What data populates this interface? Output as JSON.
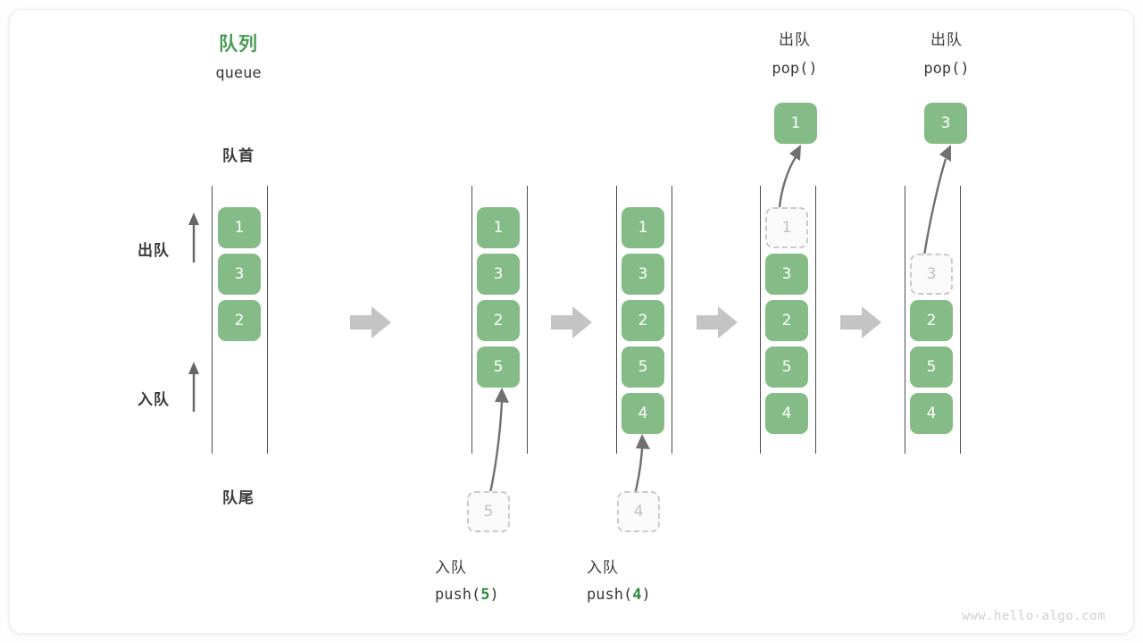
{
  "diagram": {
    "title_cn": "队列",
    "title_en": "queue",
    "front_label": "队首",
    "rear_label": "队尾",
    "dequeue_label": "出队",
    "enqueue_label": "入队",
    "watermark": "www.hello-algo.com",
    "accent_green": "#84bb86",
    "title_green": "#4a9c55",
    "ghost_gray": "#c0c0c0",
    "arrow_gray": "#bfbfbf"
  },
  "columns": [
    {
      "id": "state-initial",
      "items": [
        {
          "value": "1",
          "state": "filled"
        },
        {
          "value": "3",
          "state": "filled"
        },
        {
          "value": "2",
          "state": "filled"
        }
      ],
      "top_label_cn": "",
      "top_label_code": "",
      "popped_value": "",
      "bottom_ghost_value": "",
      "bottom_label_cn": "",
      "bottom_label_code_prefix": "",
      "bottom_label_code_arg": "",
      "bottom_label_code_suffix": ""
    },
    {
      "id": "state-after-push-5",
      "items": [
        {
          "value": "1",
          "state": "filled"
        },
        {
          "value": "3",
          "state": "filled"
        },
        {
          "value": "2",
          "state": "filled"
        },
        {
          "value": "5",
          "state": "filled"
        }
      ],
      "top_label_cn": "",
      "top_label_code": "",
      "popped_value": "",
      "bottom_ghost_value": "5",
      "bottom_label_cn": "入队",
      "bottom_label_code_prefix": "push(",
      "bottom_label_code_arg": "5",
      "bottom_label_code_suffix": ")"
    },
    {
      "id": "state-after-push-4",
      "items": [
        {
          "value": "1",
          "state": "filled"
        },
        {
          "value": "3",
          "state": "filled"
        },
        {
          "value": "2",
          "state": "filled"
        },
        {
          "value": "5",
          "state": "filled"
        },
        {
          "value": "4",
          "state": "filled"
        }
      ],
      "top_label_cn": "",
      "top_label_code": "",
      "popped_value": "",
      "bottom_ghost_value": "4",
      "bottom_label_cn": "入队",
      "bottom_label_code_prefix": "push(",
      "bottom_label_code_arg": "4",
      "bottom_label_code_suffix": ")"
    },
    {
      "id": "state-pop-1",
      "items": [
        {
          "value": "1",
          "state": "ghost"
        },
        {
          "value": "3",
          "state": "filled"
        },
        {
          "value": "2",
          "state": "filled"
        },
        {
          "value": "5",
          "state": "filled"
        },
        {
          "value": "4",
          "state": "filled"
        }
      ],
      "top_label_cn": "出队",
      "top_label_code": "pop()",
      "popped_value": "1",
      "bottom_ghost_value": "",
      "bottom_label_cn": "",
      "bottom_label_code_prefix": "",
      "bottom_label_code_arg": "",
      "bottom_label_code_suffix": ""
    },
    {
      "id": "state-pop-3",
      "items": [
        {
          "value": "",
          "state": "empty"
        },
        {
          "value": "3",
          "state": "ghost"
        },
        {
          "value": "2",
          "state": "filled"
        },
        {
          "value": "5",
          "state": "filled"
        },
        {
          "value": "4",
          "state": "filled"
        }
      ],
      "top_label_cn": "出队",
      "top_label_code": "pop()",
      "popped_value": "3",
      "bottom_ghost_value": "",
      "bottom_label_cn": "",
      "bottom_label_code_prefix": "",
      "bottom_label_code_arg": "",
      "bottom_label_code_suffix": ""
    }
  ],
  "flow_arrow_count": 4
}
